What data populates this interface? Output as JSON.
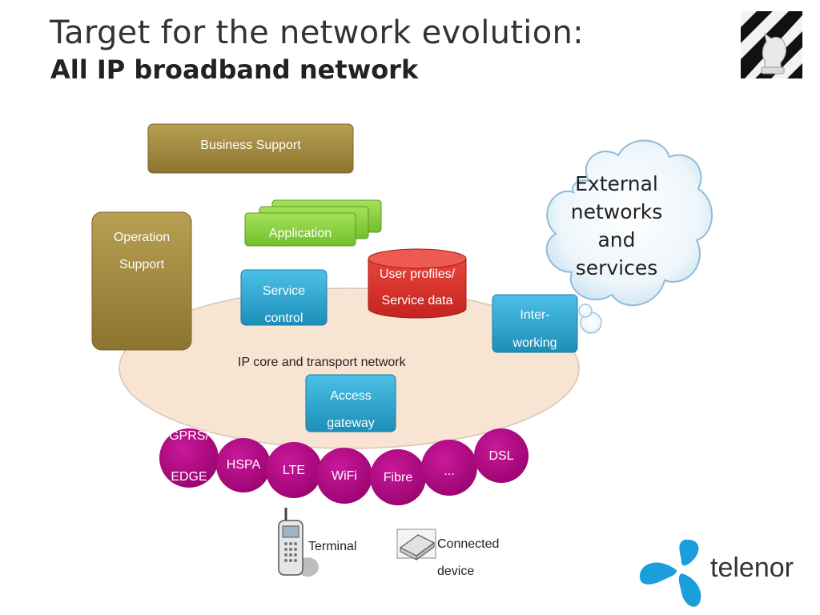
{
  "slide": {
    "title": "Target for the network evolution:",
    "subtitle": "All IP broadband network",
    "chess_icon": "chess-knight-icon",
    "logo_text": "telenor",
    "logo_icon": "telenor-propeller-icon"
  },
  "diagram": {
    "business_support": "Business Support",
    "operation_support": {
      "line1": "Operation",
      "line2": "Support"
    },
    "application": "Application",
    "service_control": {
      "line1": "Service",
      "line2": "control"
    },
    "user_profiles": {
      "line1": "User profiles/",
      "line2": "Service data"
    },
    "interworking": {
      "line1": "Inter-",
      "line2": "working"
    },
    "external": {
      "line1": "External",
      "line2": "networks",
      "line3": "and",
      "line4": "services"
    },
    "core": "IP core and transport network",
    "access_gateway": {
      "line1": "Access",
      "line2": "gateway"
    },
    "access_tech": {
      "gprs": {
        "line1": "GPRS/",
        "line2": "EDGE"
      },
      "hspa": "HSPA",
      "lte": "LTE",
      "wifi": "WiFi",
      "fibre": "Fibre",
      "more": "...",
      "dsl": "DSL"
    },
    "terminal": "Terminal",
    "connected_device": {
      "line1": "Connected",
      "line2": "device"
    }
  },
  "colors": {
    "olive": "#a08a3a",
    "green": "#8bd13a",
    "teal": "#2aa8d0",
    "red": "#d9322c",
    "magenta": "#b0087f",
    "core": "#f8e4d2",
    "telenor_blue": "#1a9fdc"
  }
}
